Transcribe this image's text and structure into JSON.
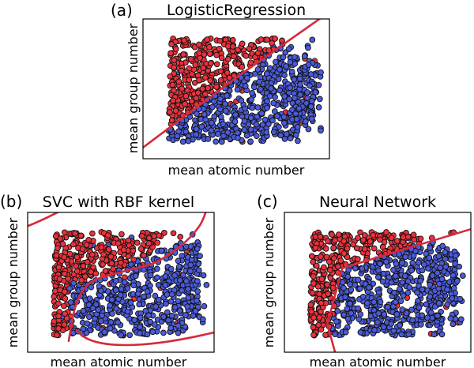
{
  "colors": {
    "class_a": "#e8323c",
    "class_b": "#4a5ad8",
    "boundary": "#d62a3a",
    "frame": "#000000"
  },
  "chart_data": [
    {
      "type": "scatter",
      "panel_label": "(a)",
      "title": "LogisticRegression",
      "xlabel": "mean atomic number",
      "ylabel": "mean group number",
      "xlim": [
        0,
        1
      ],
      "ylim": [
        0,
        1
      ],
      "grid": false,
      "series": [
        {
          "color": "red",
          "region": "upper-left cluster of points"
        },
        {
          "color": "blue",
          "region": "lower-right cluster of points"
        }
      ],
      "decision_boundary": {
        "color": "red",
        "kind": "straight line",
        "points": [
          [
            0.0,
            0.08
          ],
          [
            0.5,
            0.58
          ],
          [
            1.0,
            1.05
          ]
        ]
      }
    },
    {
      "type": "scatter",
      "panel_label": "(b)",
      "title": "SVC with RBF kernel",
      "xlabel": "mean atomic number",
      "ylabel": "mean group number",
      "xlim": [
        0,
        1
      ],
      "ylim": [
        0,
        1
      ],
      "grid": false,
      "series": [
        {
          "color": "red",
          "region": "upper-left cluster of points"
        },
        {
          "color": "blue",
          "region": "lower-right cluster of points"
        }
      ],
      "decision_boundary": {
        "color": "red",
        "kind": "curved (RBF)",
        "points": [
          [
            0.22,
            0.08
          ],
          [
            0.26,
            0.34
          ],
          [
            0.34,
            0.5
          ],
          [
            0.52,
            0.58
          ],
          [
            0.68,
            0.64
          ],
          [
            0.82,
            0.76
          ],
          [
            0.92,
            0.9
          ],
          [
            0.96,
            1.02
          ]
        ]
      }
    },
    {
      "type": "scatter",
      "panel_label": "(c)",
      "title": "Neural Network",
      "xlabel": "mean atomic number",
      "ylabel": "mean group number",
      "xlim": [
        0,
        1
      ],
      "ylim": [
        0,
        1
      ],
      "grid": false,
      "series": [
        {
          "color": "red",
          "region": "upper-left cluster of points"
        },
        {
          "color": "blue",
          "region": "lower-right cluster of points"
        }
      ],
      "decision_boundary": {
        "color": "red",
        "kind": "piecewise linear",
        "points": [
          [
            0.28,
            -0.04
          ],
          [
            0.23,
            0.2
          ],
          [
            0.31,
            0.6
          ],
          [
            0.6,
            0.72
          ],
          [
            1.0,
            0.88
          ]
        ]
      }
    }
  ]
}
